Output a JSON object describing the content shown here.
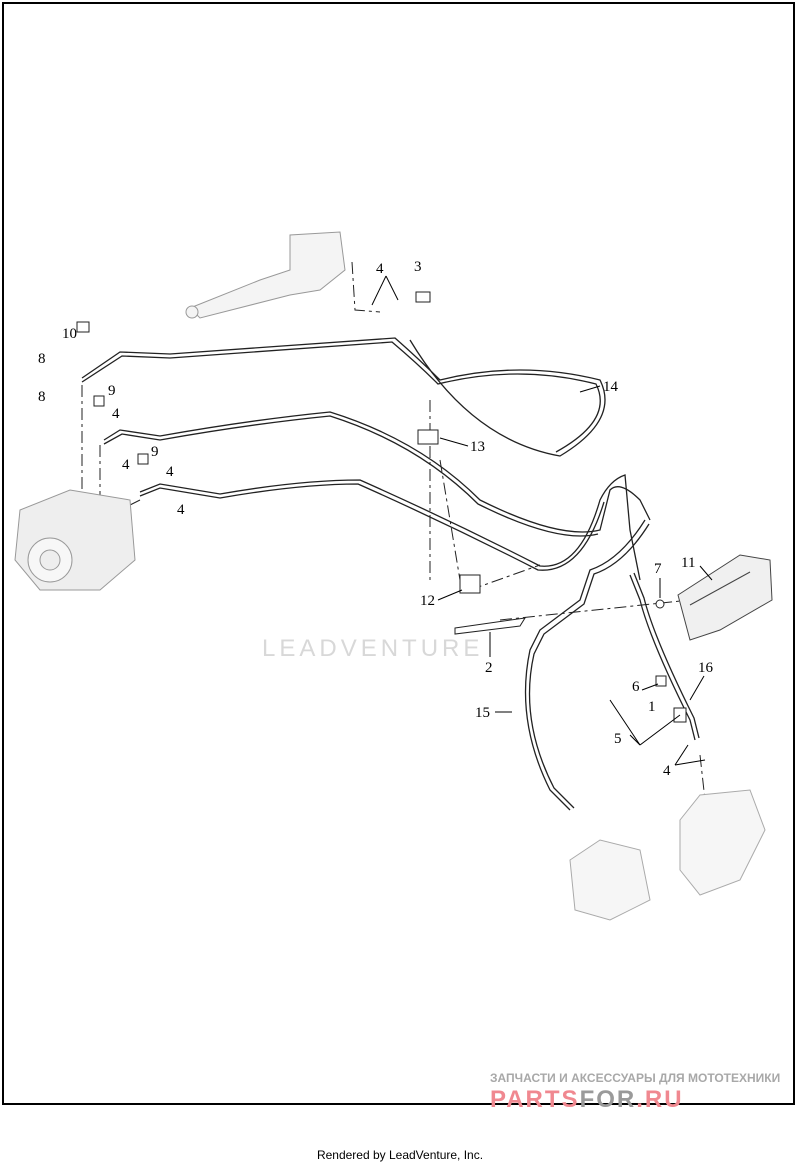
{
  "diagram": {
    "callouts": [
      "10",
      "8",
      "8",
      "9",
      "4",
      "4",
      "9",
      "4",
      "4",
      "4",
      "3",
      "14",
      "13",
      "12",
      "2",
      "15",
      "11",
      "7",
      "6",
      "16",
      "1",
      "5",
      "4"
    ],
    "watermark": "LEADVENTURE"
  },
  "promo": {
    "tagline": "ЗАПЧАСТИ И АКСЕССУАРЫ ДЛЯ МОТОТЕХНИКИ",
    "logo_a": "PARTS",
    "logo_b": "FOR",
    "logo_c": ".RU"
  },
  "footer": {
    "text": "Rendered by LeadVenture, Inc."
  }
}
